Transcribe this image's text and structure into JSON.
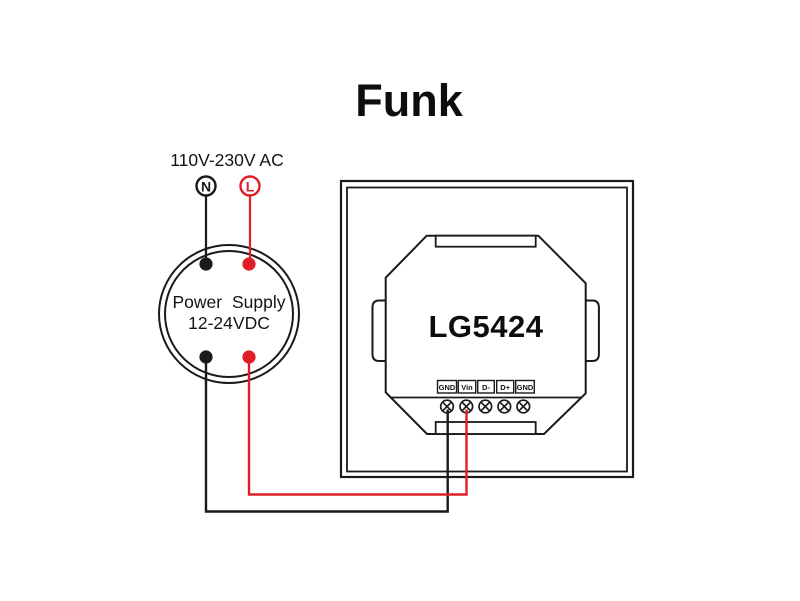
{
  "title": "Funk",
  "ac_input": {
    "label": "110V-230V AC",
    "neutral_terminal": "N",
    "live_terminal": "L"
  },
  "power_supply": {
    "name": "Power Supply",
    "output_voltage": "12-24VDC"
  },
  "controller": {
    "model": "LG5424",
    "terminals": [
      "GND",
      "Vin",
      "D-",
      "D+",
      "GND"
    ]
  },
  "colors": {
    "line_black": "#1a1a1a",
    "wire_live_red": "#e01e28",
    "background": "#ffffff"
  }
}
